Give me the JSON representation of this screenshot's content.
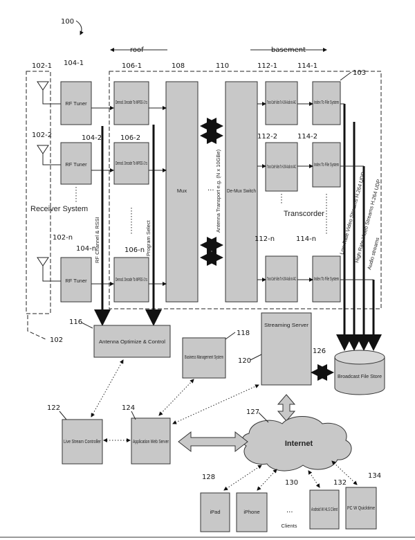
{
  "labels": {
    "fig": "100",
    "roof": "roof",
    "basement": "basement",
    "system_ref": "103",
    "receiver_ref": "102",
    "r102_1": "102-1",
    "r104_1": "104-1",
    "r106_1": "106-1",
    "r108": "108",
    "r110": "110",
    "r112_1": "112-1",
    "r114_1": "114-1",
    "r102_2": "102-2",
    "r104_2": "104-2",
    "r106_2": "106-2",
    "r112_2": "112-2",
    "r114_2": "114-2",
    "r102_n": "102-n",
    "r104_n": "104-n",
    "r106_n": "106-n",
    "r112_n": "112-n",
    "r114_n": "114-n",
    "r116": "116",
    "r118": "118",
    "r120": "120",
    "r122": "122",
    "r124": "124",
    "r126": "126",
    "r127": "127",
    "r128": "128",
    "r130": "130",
    "r132": "132",
    "r134": "134"
  },
  "nodes": {
    "rf_tuner": "RF Tuner",
    "demod_1": "Demod. Decode To MPEG-2 ts",
    "demod_2": "Demod. Decode To MPEG-2 ts",
    "demod_n": "Demod. Decode To MPEG-2 ts",
    "mux": "Mux",
    "demux": "De-Mux Switch",
    "trans_1": "Trans-Code Video To H.264 Audio to AAC",
    "trans_2": "Trans-Code Video To H.264 Audio to AAC",
    "trans_n": "Trans-Code Video To H.264 Audio to AAC",
    "index_1": "Index To File System",
    "index_2": "Index To File System",
    "index_n": "Index To File System",
    "antenna_opt": "Antenna Optimize & Control",
    "business": "Business Management System",
    "streaming": "Streaming Server",
    "broadcast": "Broadcast File Store",
    "live_stream": "Live Stream Controller",
    "app_server": "Application Web Server",
    "internet": "Internet",
    "ipad": "iPad",
    "iphone": "iPhone",
    "android": "Android W HLS Client",
    "pc": "PC W Quicktime",
    "clients": "Clients",
    "dots": "..."
  },
  "annotations": {
    "receiver_system": "Receiver System",
    "transcoder": "Transcorder",
    "antenna_transport": "Antenna Transport e.g. (N x 10GBe)",
    "rf_channel": "RF Channel & RSSI",
    "program_select": "Program Select",
    "low_rate": "Low Rate Video Streams H.264 UDP",
    "high_rate": "High Rate Video Streams H.264 UDP",
    "audio_streams": "Audio streams"
  }
}
